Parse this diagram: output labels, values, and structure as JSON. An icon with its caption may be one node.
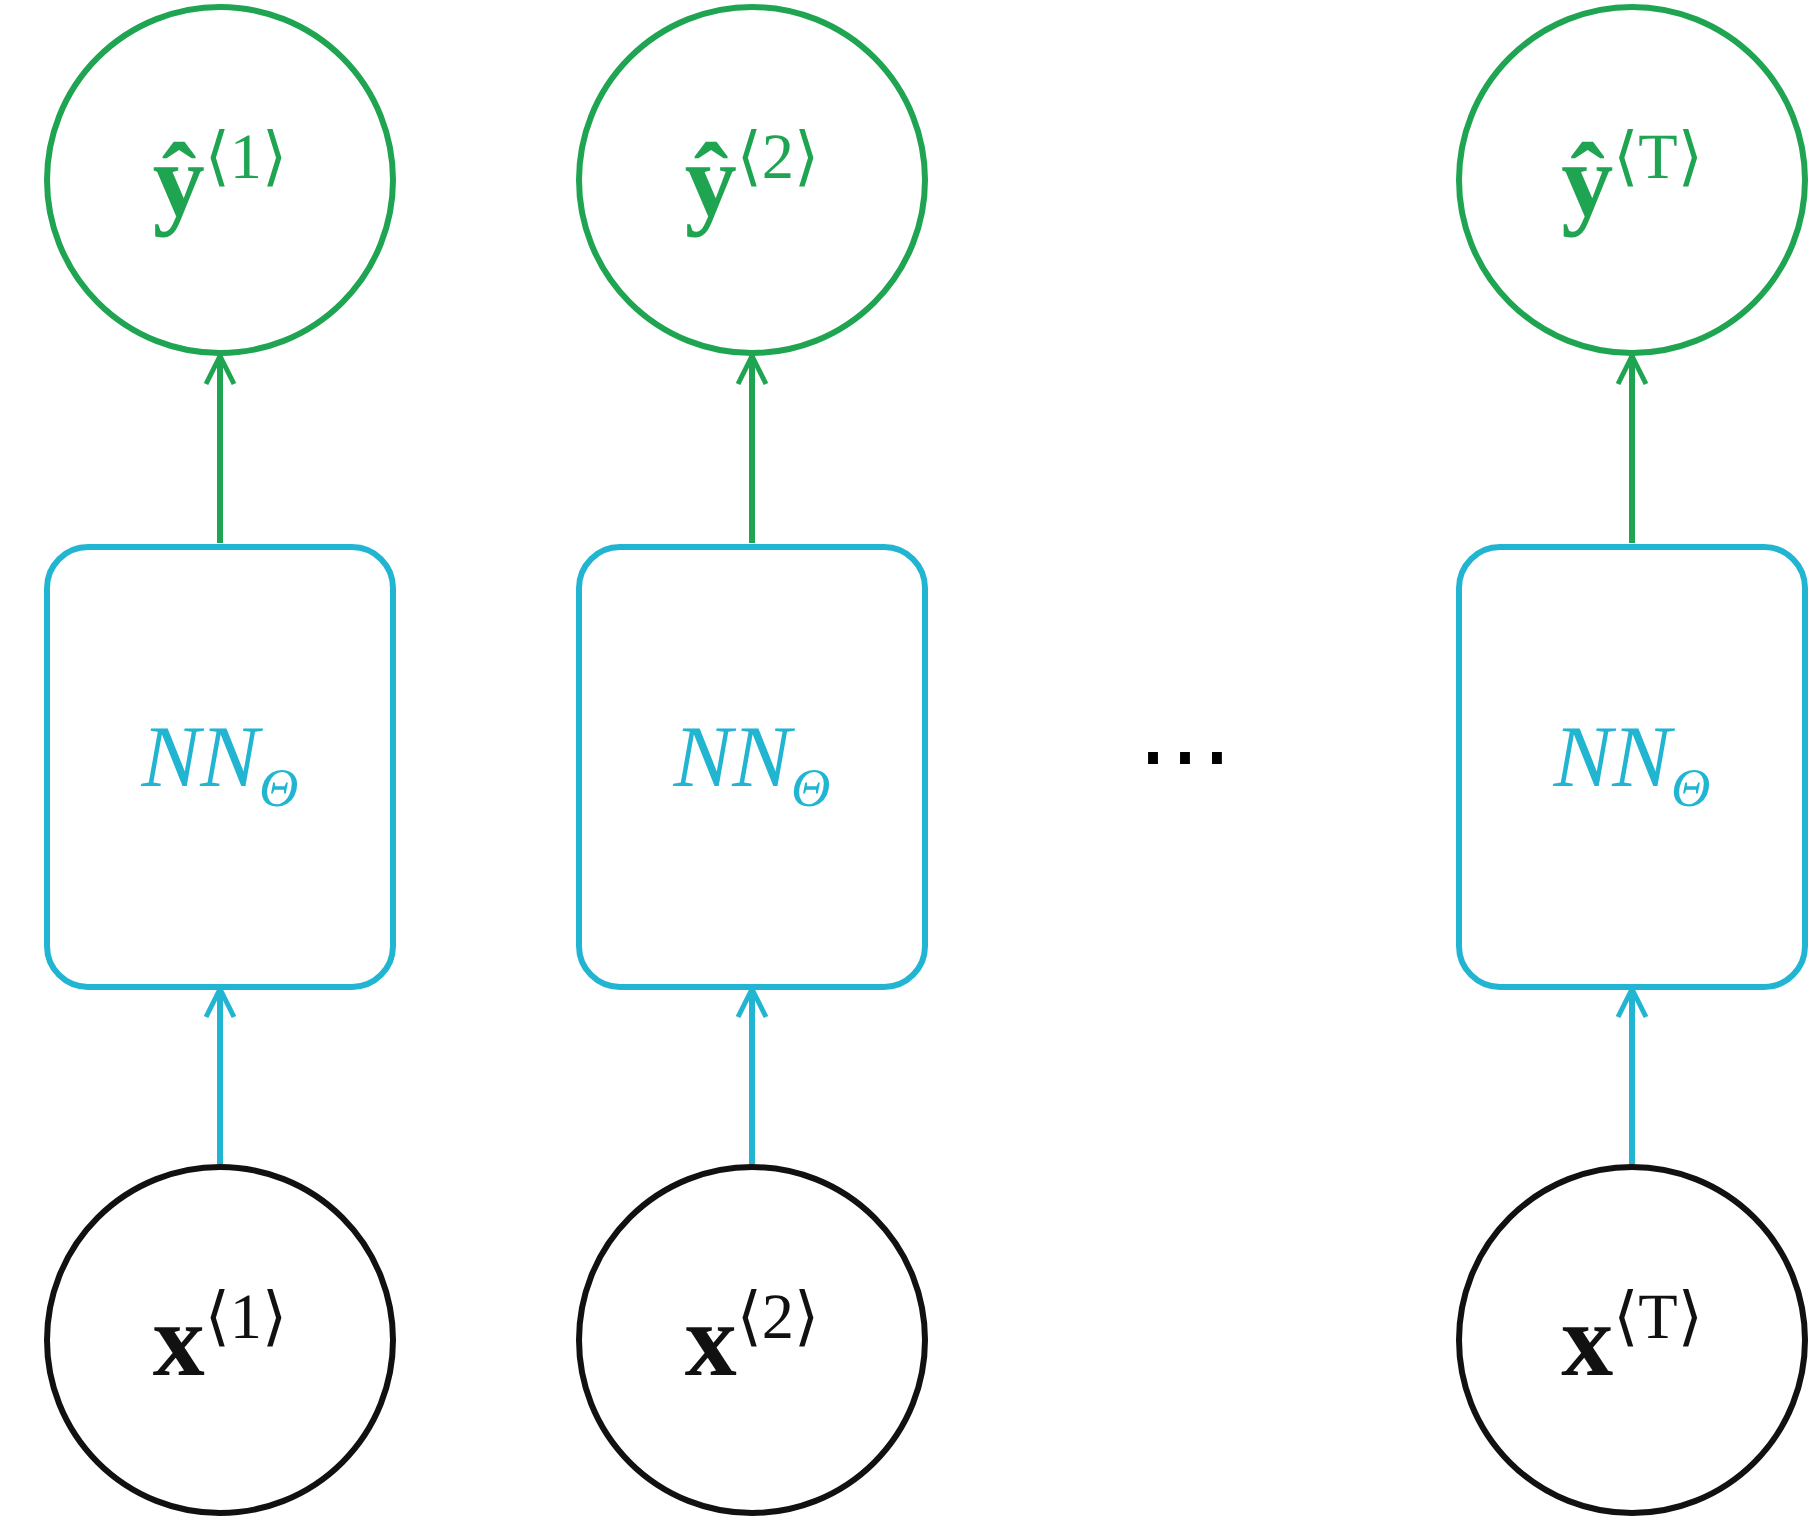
{
  "diagram": {
    "nodes": [
      {
        "text": [
          "**ŷ**$^{⟨1⟩}$"
        ]
      },
      {
        "text": [
          "**ŷ**$^{⟨2⟩}$"
        ]
      },
      {
        "text": [
          "**ŷ**$^{⟨T⟩}$"
        ]
      },
      {
        "text": [
          "NN$_{Θ}$"
        ]
      },
      {
        "text": [
          "NN$_{Θ}$"
        ]
      },
      {
        "text": [
          "NN$_{Θ}$"
        ]
      },
      {
        "text": [
          "**x**$^{⟨1⟩}$"
        ]
      },
      {
        "text": [
          "**x**$^{⟨2⟩}$"
        ]
      },
      {
        "text": [
          "**x**$^{⟨T⟩}$"
        ]
      }
    ],
    "edges": [
      {
        "from": 6,
        "to": 3,
        "arrow": "to",
        "color": "#22b5d2"
      },
      {
        "from": 7,
        "to": 4,
        "arrow": "to",
        "color": "#22b5d2"
      },
      {
        "from": 8,
        "to": 5,
        "arrow": "to",
        "color": "#22b5d2"
      },
      {
        "from": 3,
        "to": 0,
        "arrow": "to",
        "color": "#1fa552"
      },
      {
        "from": 4,
        "to": 1,
        "arrow": "to",
        "color": "#1fa552"
      },
      {
        "from": 5,
        "to": 2,
        "arrow": "to",
        "color": "#1fa552"
      }
    ],
    "labels": [
      "⋯"
    ]
  }
}
